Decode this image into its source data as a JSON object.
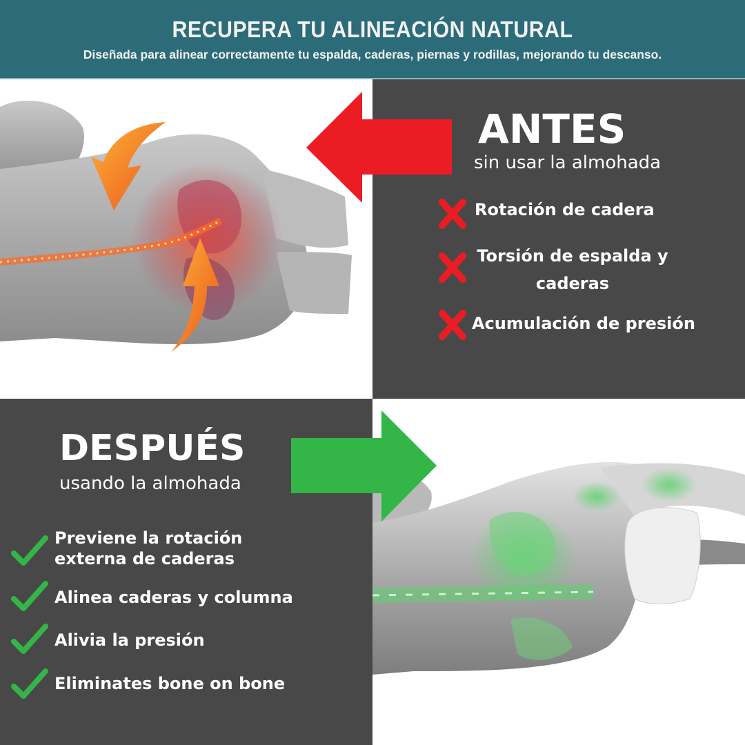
{
  "header": {
    "title": "RECUPERA TU ALINEACIÓN NATURAL",
    "subtitle": "Diseñada para alinear correctamente tu espalda, caderas, piernas y rodillas, mejorando tu descanso."
  },
  "before": {
    "title": "ANTES",
    "subtitle": "sin usar la almohada",
    "icon": "x-mark-icon",
    "items": [
      {
        "line1": "Rotación de cadera"
      },
      {
        "line1": "Torsión de espalda y",
        "line2": "caderas"
      },
      {
        "line1": "Acumulación de presión"
      }
    ],
    "arrow_direction": "left",
    "illustration": "body-side-view-misaligned-spine"
  },
  "after": {
    "title": "DESPUÉS",
    "subtitle": "usando la almohada",
    "icon": "check-mark-icon",
    "items": [
      {
        "line1": "Previene la rotación",
        "line2": "externa de caderas"
      },
      {
        "line1": "Alinea caderas y columna"
      },
      {
        "line1": "Alivia la presión"
      },
      {
        "line1": "Eliminates bone on bone"
      }
    ],
    "arrow_direction": "right",
    "illustration": "body-side-view-aligned-spine-with-knee-pillow"
  },
  "colors": {
    "header_bg": "#2c6b78",
    "panel_dark": "#484848",
    "red_accent": "#ec1c24",
    "green_accent": "#34b548",
    "text": "#ffffff"
  }
}
